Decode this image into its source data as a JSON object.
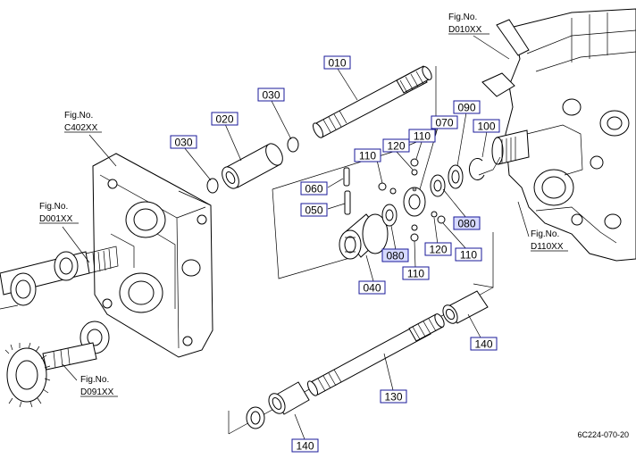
{
  "parts": [
    {
      "id": "p010",
      "label": "010",
      "highlight": false
    },
    {
      "id": "p020",
      "label": "020",
      "highlight": false
    },
    {
      "id": "p030a",
      "label": "030",
      "highlight": false
    },
    {
      "id": "p030b",
      "label": "030",
      "highlight": false
    },
    {
      "id": "p040",
      "label": "040",
      "highlight": false
    },
    {
      "id": "p050",
      "label": "050",
      "highlight": false
    },
    {
      "id": "p060",
      "label": "060",
      "highlight": false
    },
    {
      "id": "p070",
      "label": "070",
      "highlight": false
    },
    {
      "id": "p080a",
      "label": "080",
      "highlight": true
    },
    {
      "id": "p080b",
      "label": "080",
      "highlight": true
    },
    {
      "id": "p090",
      "label": "090",
      "highlight": false
    },
    {
      "id": "p100",
      "label": "100",
      "highlight": false
    },
    {
      "id": "p110a",
      "label": "110",
      "highlight": false
    },
    {
      "id": "p110b",
      "label": "110",
      "highlight": false
    },
    {
      "id": "p110c",
      "label": "110",
      "highlight": false
    },
    {
      "id": "p110d",
      "label": "110",
      "highlight": false
    },
    {
      "id": "p120a",
      "label": "120",
      "highlight": false
    },
    {
      "id": "p120b",
      "label": "120",
      "highlight": false
    },
    {
      "id": "p130",
      "label": "130",
      "highlight": false
    },
    {
      "id": "p140a",
      "label": "140",
      "highlight": false
    },
    {
      "id": "p140b",
      "label": "140",
      "highlight": false
    }
  ],
  "figrefs": [
    {
      "id": "f_d010",
      "line1": "Fig.No.",
      "line2": "D010XX"
    },
    {
      "id": "f_c402",
      "line1": "Fig.No.",
      "line2": "C402XX"
    },
    {
      "id": "f_d001",
      "line1": "Fig.No.",
      "line2": "D001XX"
    },
    {
      "id": "f_d110",
      "line1": "Fig.No.",
      "line2": "D110XX"
    },
    {
      "id": "f_d091",
      "line1": "Fig.No.",
      "line2": "D091XX"
    }
  ],
  "drawing_code": "6C224-070-20"
}
